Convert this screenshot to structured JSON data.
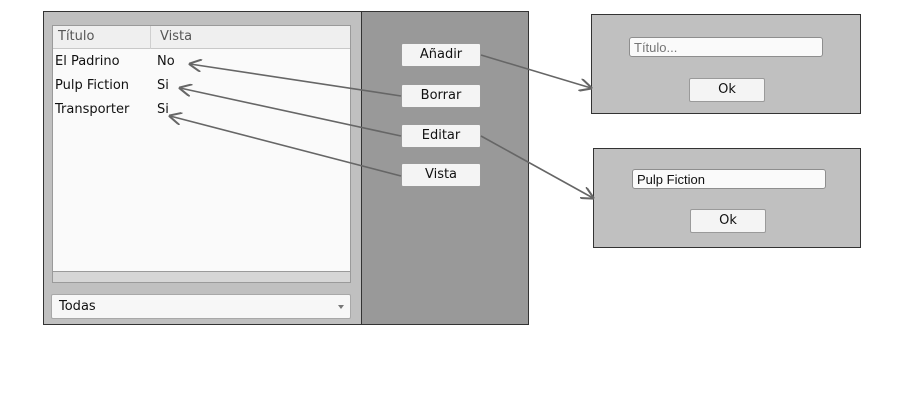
{
  "table": {
    "headers": {
      "title": "Título",
      "seen": "Vista"
    },
    "rows": [
      {
        "title": "El Padrino",
        "seen": "No"
      },
      {
        "title": "Pulp Fiction",
        "seen": "Si"
      },
      {
        "title": "Transporter",
        "seen": "Si"
      }
    ]
  },
  "filter": {
    "selected": "Todas"
  },
  "buttons": {
    "add": "Añadir",
    "delete": "Borrar",
    "edit": "Editar",
    "seen": "Vista"
  },
  "add_dialog": {
    "placeholder": "Título...",
    "ok": "Ok"
  },
  "edit_dialog": {
    "value": "Pulp Fiction",
    "ok": "Ok"
  },
  "colors": {
    "window_bg": "#c0c0c0",
    "button_panel_bg": "#999999",
    "arrow": "#666666"
  }
}
